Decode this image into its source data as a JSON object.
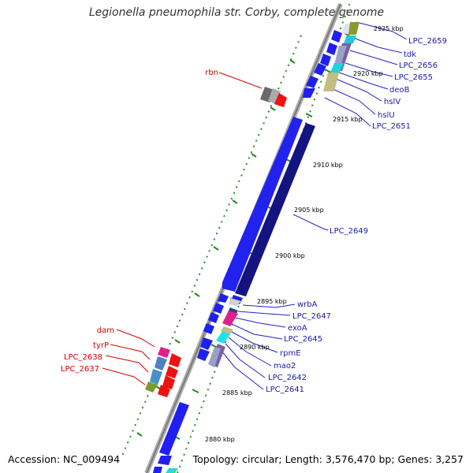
{
  "title": "Legionella pneumophila str. Corby, complete genome",
  "accession": "Accession: NC_009494",
  "summary": "Topology: circular; Length: 3,576,470 bp; Genes: 3,257",
  "colors": {
    "forward_gene": "#1f1ff2",
    "reverse_gene": "#ee1111",
    "long_gene": "#141480",
    "backbone": "#8a8a8a",
    "cds_label": "#1a1aaa",
    "rna_label": "#cc0000",
    "tick": "#1e8a1e"
  },
  "ticks": [
    {
      "label": "2925 kbp"
    },
    {
      "label": "2920 kbp"
    },
    {
      "label": "2915 kbp"
    },
    {
      "label": "2910 kbp"
    },
    {
      "label": "2905 kbp"
    },
    {
      "label": "2900 kbp"
    },
    {
      "label": "2895 kbp"
    },
    {
      "label": "2890 kbp"
    },
    {
      "label": "2885 kbp"
    },
    {
      "label": "2880 kbp"
    }
  ],
  "right_labels": [
    {
      "text": "LPC_2659"
    },
    {
      "text": "tdk"
    },
    {
      "text": "LPC_2656"
    },
    {
      "text": "LPC_2655"
    },
    {
      "text": "deoB"
    },
    {
      "text": "hslV"
    },
    {
      "text": "hslU"
    },
    {
      "text": "LPC_2651"
    },
    {
      "text": "LPC_2649"
    },
    {
      "text": "wrbA"
    },
    {
      "text": "LPC_2647"
    },
    {
      "text": "exoA"
    },
    {
      "text": "LPC_2645"
    },
    {
      "text": "rpmE"
    },
    {
      "text": "mao2"
    },
    {
      "text": "LPC_2642"
    },
    {
      "text": "LPC_2641"
    }
  ],
  "left_labels": [
    {
      "text": "rbn"
    },
    {
      "text": "dam"
    },
    {
      "text": "tyrP"
    },
    {
      "text": "LPC_2638"
    },
    {
      "text": "LPC_2637"
    }
  ]
}
